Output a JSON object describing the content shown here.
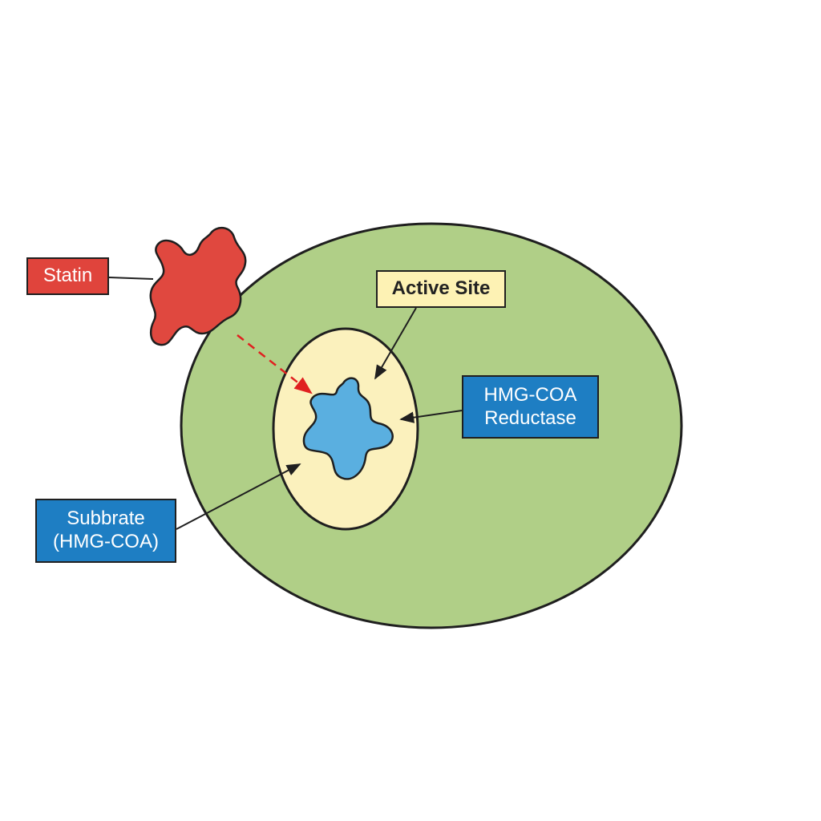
{
  "diagram": {
    "labels": {
      "statin": "Statin",
      "active_site": "Active Site",
      "reductase_line1": "HMG-COA",
      "reductase_line2": "Reductase",
      "substrate_line1": "Subbrate",
      "substrate_line2": "(HMG-COA)"
    },
    "colors": {
      "cell_fill": "#b0cf87",
      "active_site_fill": "#fbf1bd",
      "statin_fill": "#e0483f",
      "substrate_fill": "#5aafe0",
      "statin_label_bg": "#e0443c",
      "statin_label_text": "#ffffff",
      "active_site_label_bg": "#fdf2b4",
      "blue_label_bg": "#1e7ec3",
      "blue_label_text": "#ffffff",
      "outline": "#1f1f1f",
      "dashed_arrow": "#e02020"
    }
  }
}
